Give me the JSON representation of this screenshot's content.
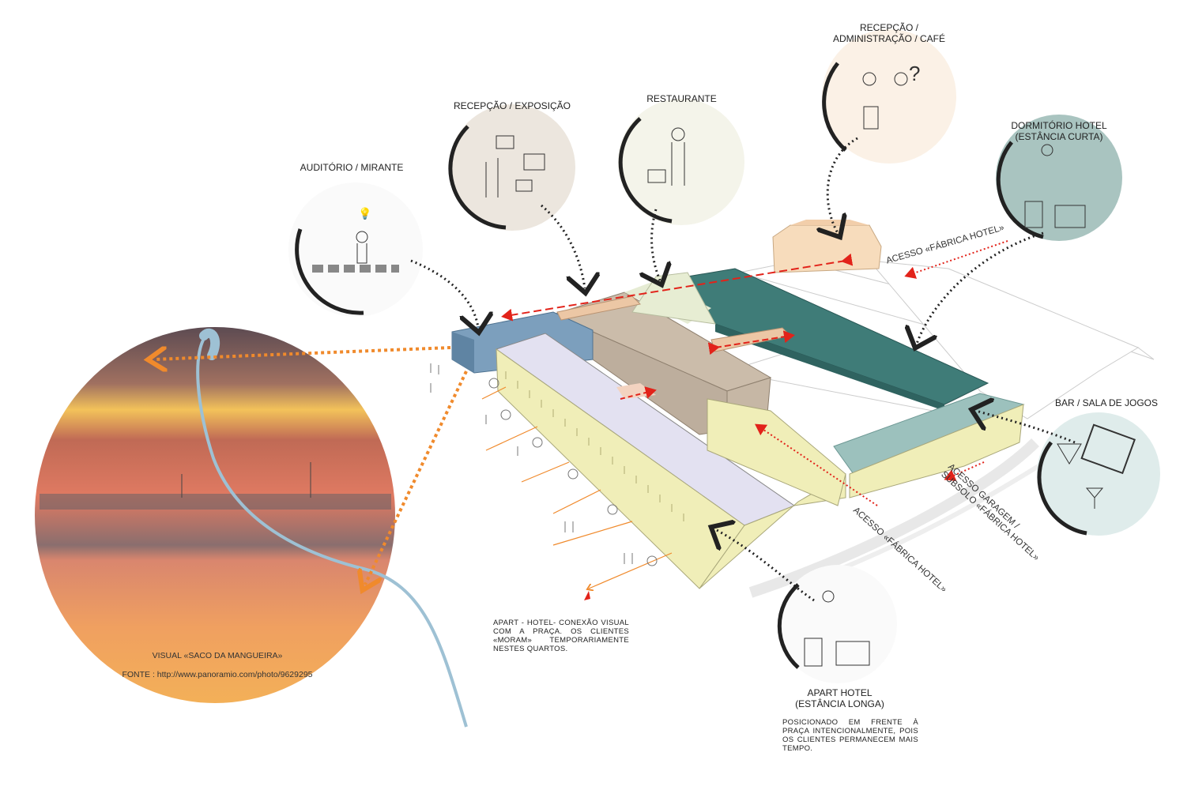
{
  "labels": {
    "auditorio": "AUDITÓRIO / MIRANTE",
    "recepcao_exposicao": "RECEPÇÃO / EXPOSIÇÃO",
    "restaurante": "RESTAURANTE",
    "recepcao_admin_line1": "RECEPÇÃO /",
    "recepcao_admin_line2": "ADMINISTRAÇÃO / CAFÉ",
    "dormitorio_line1": "DORMITÓRIO HOTEL",
    "dormitorio_line2": "(ESTÂNCIA CURTA)",
    "bar": "BAR / SALA DE JOGOS",
    "apart_line1": "APART HOTEL",
    "apart_line2": "(ESTÂNCIA LONGA)"
  },
  "access": {
    "top": "ACESSO «FÁBRICA HOTEL»",
    "garagem_line1": "ACESSO GARAGEM /",
    "garagem_line2": "SUBSOLO «FÁBRICA HOTEL»",
    "bottom": "ACESSO «FÁBRICA HOTEL»"
  },
  "notes": {
    "apart_conexao": "APART - HOTEL- CONEXÃO VISUAL COM A PRAÇA. OS CLIENTES «MORAM» TEMPORARIAMENTE NESTES QUARTOS.",
    "apart_posicionado": "POSICIONADO EM FRENTE À PRAÇA INTENCIONALMENTE, POIS OS CLIENTES PERMANECEM MAIS TEMPO."
  },
  "photo": {
    "title": "VISUAL  «SACO DA MANGUEIRA»",
    "source": "FONTE : http://www.panoramio.com/photo/9629295"
  },
  "colors": {
    "auditorio_block": "#7c9fbd",
    "apart_roof": "#e3e1f1",
    "facade": "#f0eeb8",
    "exposicao_block": "#cbbcaa",
    "dormitorio_block": "#3f7c78",
    "bar_block": "#9cc1bd",
    "recepcao_block": "#f7dcbc",
    "arrow_orange": "#f08a2c",
    "arrow_red": "#e2231a"
  }
}
